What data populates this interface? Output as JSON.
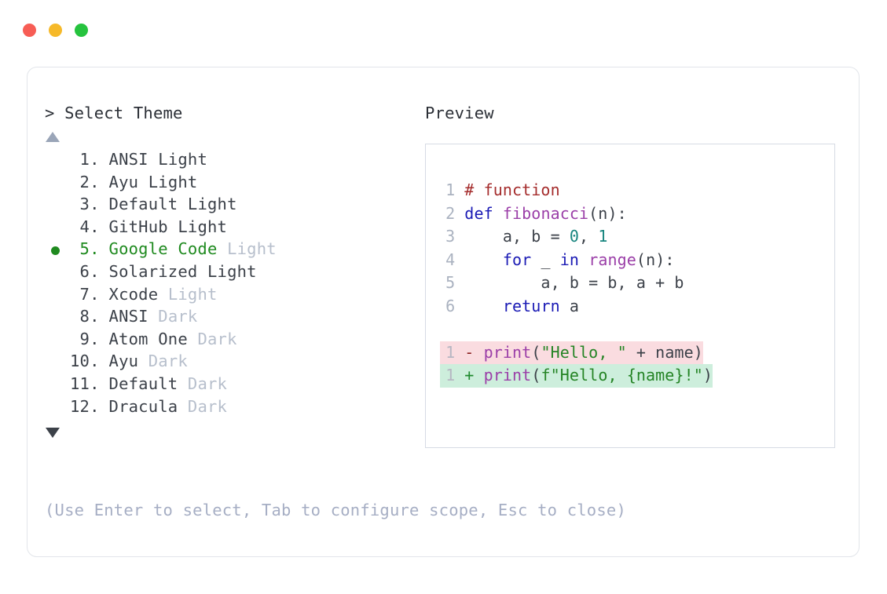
{
  "window": {
    "traffic_lights": [
      {
        "name": "close-button",
        "color": "#f75d55"
      },
      {
        "name": "minimize-button",
        "color": "#f6b929"
      },
      {
        "name": "maximize-button",
        "color": "#26c33e"
      }
    ]
  },
  "picker": {
    "prompt_prefix": ">",
    "title": "Select Theme",
    "scroll_up_icon": "triangle-up-icon",
    "scroll_down_icon": "triangle-down-icon",
    "selected_index": 5,
    "accent_color": "#1f8a1f",
    "items": [
      {
        "number": " 1.",
        "name": "ANSI",
        "variant": "Light",
        "variant_muted": false,
        "selected": false
      },
      {
        "number": " 2.",
        "name": "Ayu",
        "variant": "Light",
        "variant_muted": false,
        "selected": false
      },
      {
        "number": " 3.",
        "name": "Default",
        "variant": "Light",
        "variant_muted": false,
        "selected": false
      },
      {
        "number": " 4.",
        "name": "GitHub",
        "variant": "Light",
        "variant_muted": false,
        "selected": false
      },
      {
        "number": " 5.",
        "name": "Google Code",
        "variant": "Light",
        "variant_muted": true,
        "selected": true
      },
      {
        "number": " 6.",
        "name": "Solarized",
        "variant": "Light",
        "variant_muted": false,
        "selected": false
      },
      {
        "number": " 7.",
        "name": "Xcode",
        "variant": "Light",
        "variant_muted": true,
        "selected": false
      },
      {
        "number": " 8.",
        "name": "ANSI",
        "variant": "Dark",
        "variant_muted": true,
        "selected": false
      },
      {
        "number": " 9.",
        "name": "Atom One",
        "variant": "Dark",
        "variant_muted": true,
        "selected": false
      },
      {
        "number": "10.",
        "name": "Ayu",
        "variant": "Dark",
        "variant_muted": true,
        "selected": false
      },
      {
        "number": "11.",
        "name": "Default",
        "variant": "Dark",
        "variant_muted": true,
        "selected": false
      },
      {
        "number": "12.",
        "name": "Dracula",
        "variant": "Dark",
        "variant_muted": true,
        "selected": false
      }
    ],
    "help_text": "(Use Enter to select, Tab to configure scope, Esc to close)"
  },
  "preview": {
    "title": "Preview",
    "code_lines": [
      {
        "no": "1",
        "tokens": [
          {
            "t": "# function",
            "c": "comment"
          }
        ]
      },
      {
        "no": "2",
        "tokens": [
          {
            "t": "def ",
            "c": "keyword"
          },
          {
            "t": "fibonacci",
            "c": "func"
          },
          {
            "t": "(n):",
            "c": "punct"
          }
        ]
      },
      {
        "no": "3",
        "tokens": [
          {
            "t": "    a, b = ",
            "c": "plain"
          },
          {
            "t": "0",
            "c": "num"
          },
          {
            "t": ", ",
            "c": "plain"
          },
          {
            "t": "1",
            "c": "num"
          }
        ]
      },
      {
        "no": "4",
        "tokens": [
          {
            "t": "    ",
            "c": "plain"
          },
          {
            "t": "for",
            "c": "keyword"
          },
          {
            "t": " _ ",
            "c": "plain"
          },
          {
            "t": "in",
            "c": "keyword"
          },
          {
            "t": " ",
            "c": "plain"
          },
          {
            "t": "range",
            "c": "func"
          },
          {
            "t": "(n):",
            "c": "punct"
          }
        ]
      },
      {
        "no": "5",
        "tokens": [
          {
            "t": "        a, b = b, a + b",
            "c": "plain"
          }
        ]
      },
      {
        "no": "6",
        "tokens": [
          {
            "t": "    ",
            "c": "plain"
          },
          {
            "t": "return",
            "c": "keyword"
          },
          {
            "t": " a",
            "c": "plain"
          }
        ]
      }
    ],
    "diff_lines": [
      {
        "no": "1",
        "kind": "del",
        "sign": "-",
        "bg": "#fadce0",
        "tokens": [
          {
            "t": "print",
            "c": "func"
          },
          {
            "t": "(",
            "c": "punct"
          },
          {
            "t": "\"Hello, \"",
            "c": "str"
          },
          {
            "t": " + name)",
            "c": "plain"
          }
        ]
      },
      {
        "no": "1",
        "kind": "add",
        "sign": "+",
        "bg": "#cdeedc",
        "tokens": [
          {
            "t": "print",
            "c": "func"
          },
          {
            "t": "(",
            "c": "punct"
          },
          {
            "t": "f\"Hello, {name}!\"",
            "c": "str"
          },
          {
            "t": ")",
            "c": "plain"
          }
        ]
      }
    ]
  }
}
